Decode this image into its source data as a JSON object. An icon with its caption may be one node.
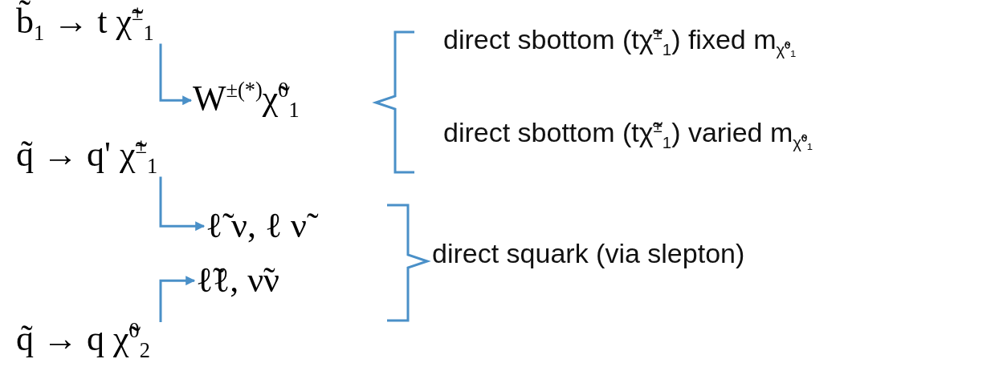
{
  "diagram": {
    "nodes": [
      {
        "text": [
          "b̃$_{1}$ → t χ̃$^{±}$$_{1}$"
        ]
      },
      {
        "text": [
          "W$^{±(*)}$χ̃$^{0}$$_{1}$"
        ]
      },
      {
        "text": [
          "q̃ → q' χ̃$^{±}$$_{1}$"
        ]
      },
      {
        "text": [
          "ℓ̃ ν, ℓ ν̃"
        ]
      },
      {
        "text": [
          "ℓ̃ℓ, ν̃ν"
        ]
      },
      {
        "text": [
          "q̃ → q χ̃$^{0}$$_{2}$"
        ]
      }
    ],
    "edges": [
      {
        "from": 0,
        "to": 1,
        "arrow": "to"
      },
      {
        "from": 2,
        "to": 3,
        "arrow": "to"
      },
      {
        "from": 5,
        "to": 4,
        "arrow": "to"
      }
    ],
    "labels": [
      "direct sbottom (tχ̃$^{±}$$_{1}$) fixed m$_{χ̃⁰₁}$",
      "direct sbottom (tχ̃$^{±}$$_{1}$) varied m$_{χ̃⁰₁}$",
      "direct squark (via slepton)"
    ]
  }
}
